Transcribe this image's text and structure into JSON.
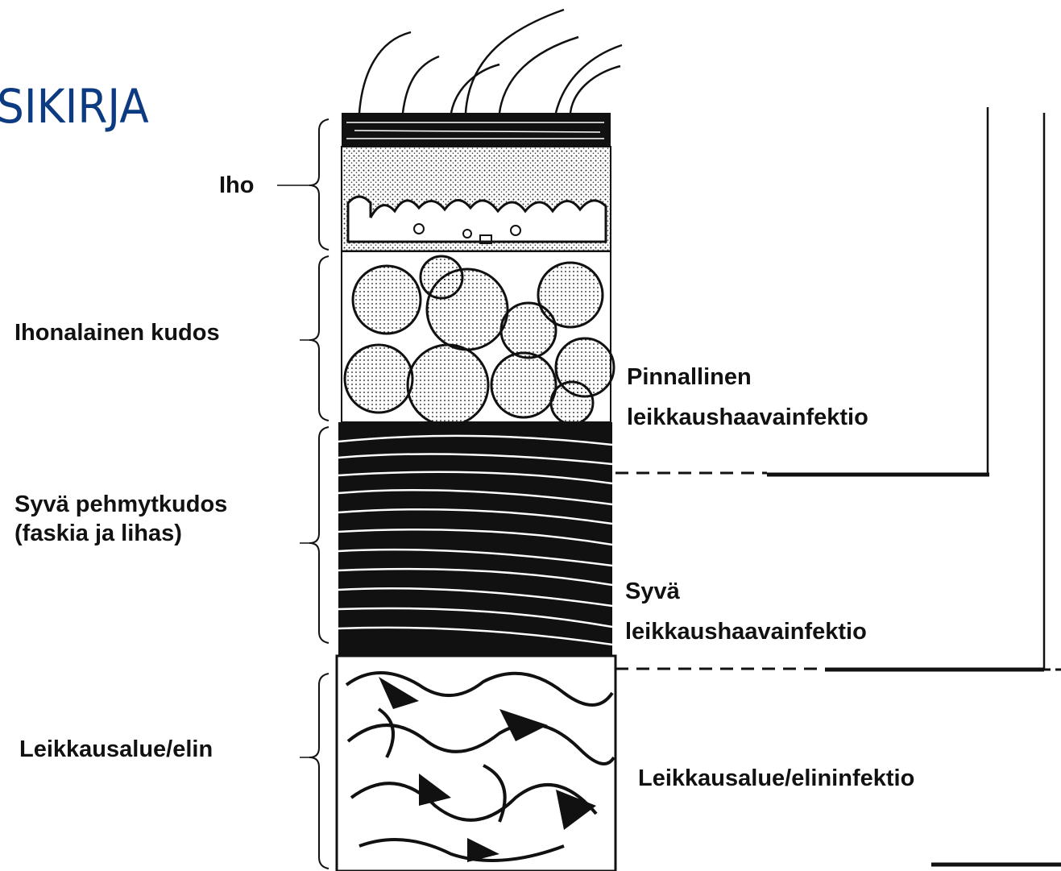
{
  "title": "SIKIRJA",
  "layers": {
    "skin": "Iho",
    "subcutaneous": "Ihonalainen kudos",
    "deep_soft_tissue_line1": "Syvä pehmytkudos",
    "deep_soft_tissue_line2": "(faskia ja lihas)",
    "organ_space": "Leikkausalue/elin"
  },
  "infections": {
    "superficial_line1": "Pinnallinen",
    "superficial_line2": "leikkaushaavainfektio",
    "deep_line1": "Syvä",
    "deep_line2": "leikkaushaavainfektio",
    "organ_space": "Leikkausalue/elininfektio"
  },
  "colors": {
    "title": "#0d3b82",
    "ink": "#111111"
  }
}
